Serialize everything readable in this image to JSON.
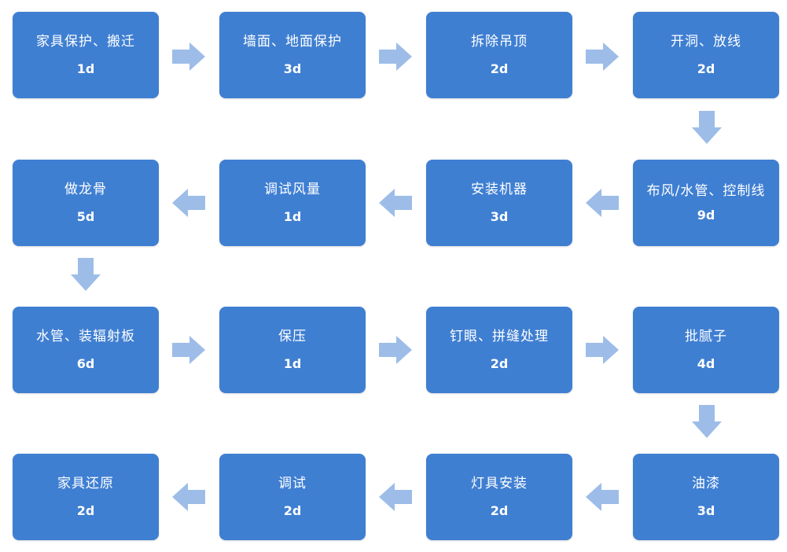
{
  "colors": {
    "box_fill": "#3f7fd2",
    "box_text": "#ffffff",
    "arrow_fill": "#9dbde8",
    "background": "#ffffff"
  },
  "steps": [
    {
      "label": "家具保护、搬迁",
      "duration": "1d"
    },
    {
      "label": "墙面、地面保护",
      "duration": "3d"
    },
    {
      "label": "拆除吊顶",
      "duration": "2d"
    },
    {
      "label": "开洞、放线",
      "duration": "2d"
    },
    {
      "label": "布风/水管、控制线",
      "duration": "9d"
    },
    {
      "label": "安装机器",
      "duration": "3d"
    },
    {
      "label": "调试风量",
      "duration": "1d"
    },
    {
      "label": "做龙骨",
      "duration": "5d"
    },
    {
      "label": "水管、装辐射板",
      "duration": "6d"
    },
    {
      "label": "保压",
      "duration": "1d"
    },
    {
      "label": "钉眼、拼缝处理",
      "duration": "2d"
    },
    {
      "label": "批腻子",
      "duration": "4d"
    },
    {
      "label": "油漆",
      "duration": "3d"
    },
    {
      "label": "灯具安装",
      "duration": "2d"
    },
    {
      "label": "调试",
      "duration": "2d"
    },
    {
      "label": "家具还原",
      "duration": "2d"
    }
  ]
}
